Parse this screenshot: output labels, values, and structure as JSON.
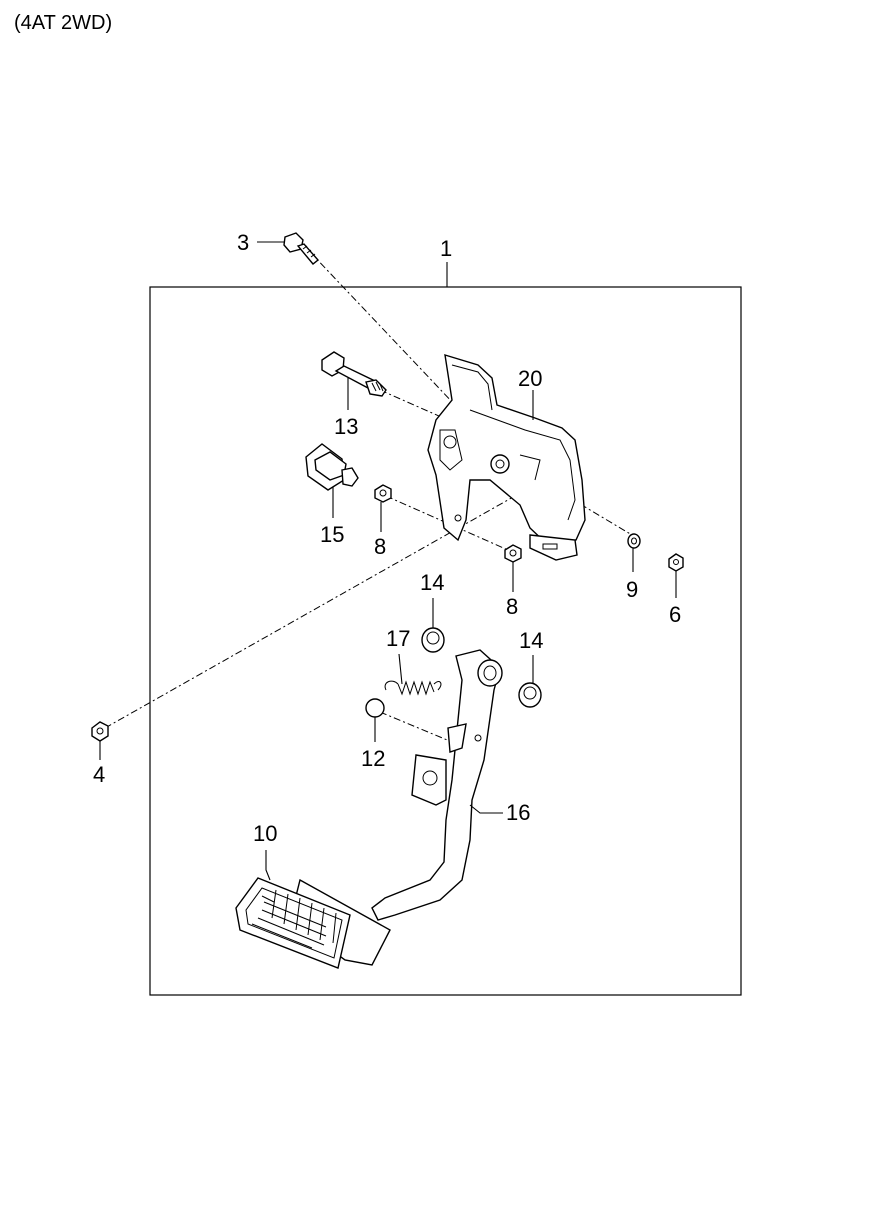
{
  "header": {
    "variant": "(4AT 2WD)"
  },
  "callouts": {
    "c1": "1",
    "c3": "3",
    "c4": "4",
    "c6": "6",
    "c8a": "8",
    "c8b": "8",
    "c9": "9",
    "c10": "10",
    "c12": "12",
    "c13": "13",
    "c14a": "14",
    "c14b": "14",
    "c15": "15",
    "c16": "16",
    "c17": "17",
    "c20": "20"
  }
}
